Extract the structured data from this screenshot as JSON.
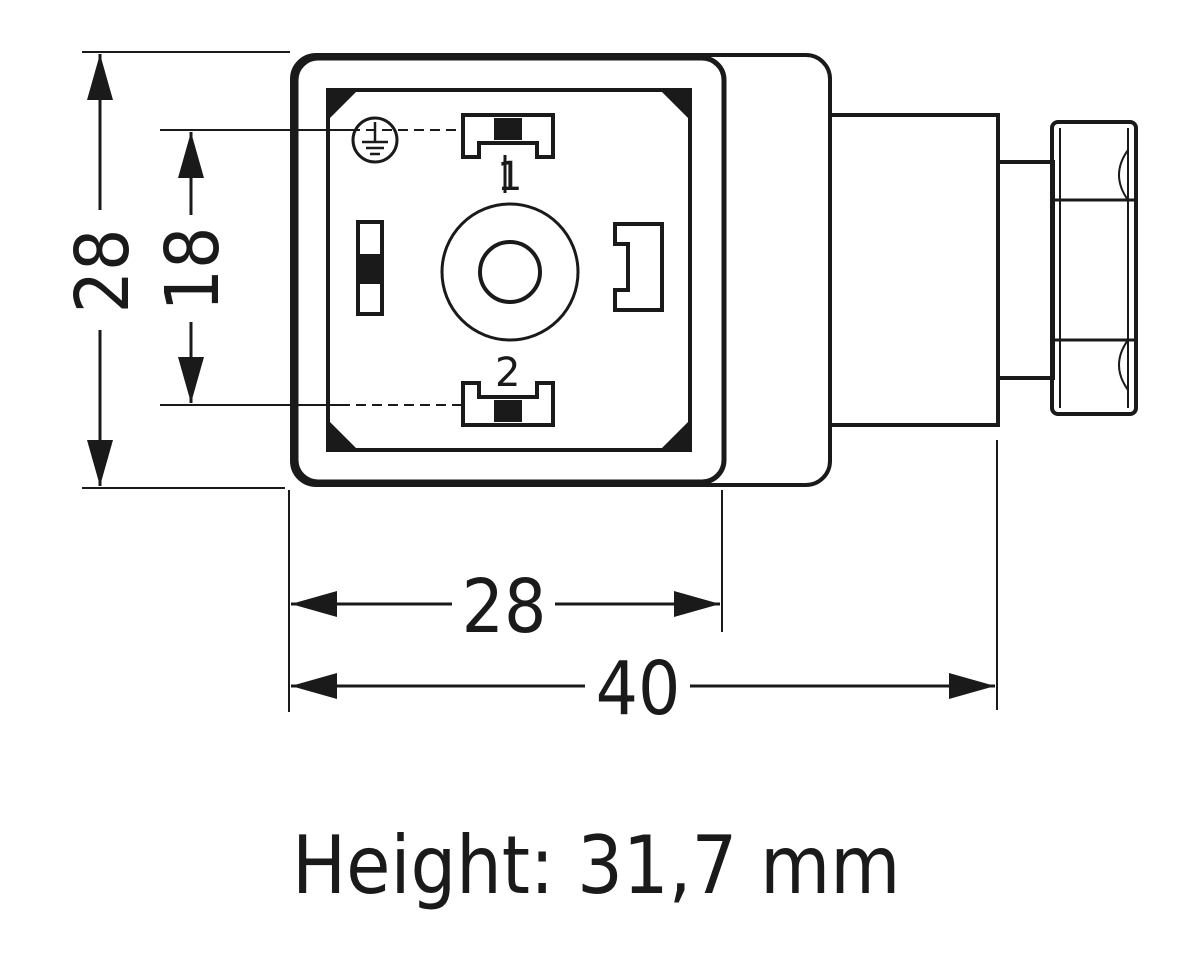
{
  "dimensions": {
    "height_outer": "28",
    "height_pin_spacing": "18",
    "width_housing": "28",
    "width_total": "40"
  },
  "pins": {
    "pin1_label": "1",
    "pin2_label": "2",
    "ground_symbol": "ground-icon"
  },
  "caption": "Height: 31,7 mm",
  "colors": {
    "line": "#1a1a1a",
    "background": "#ffffff"
  }
}
